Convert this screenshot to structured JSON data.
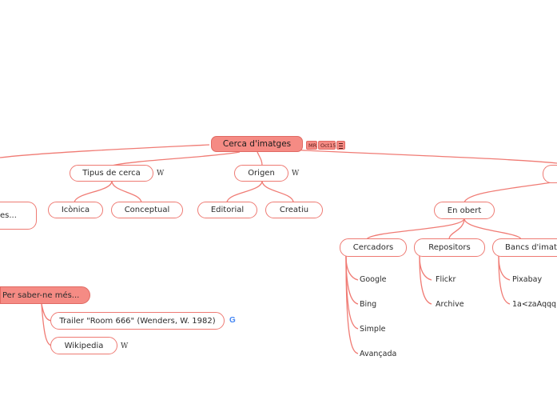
{
  "root": {
    "label": "Cerca d'imatges",
    "badges": {
      "author": "MR",
      "date": "Oct15"
    }
  },
  "nodes": {
    "tipus": "Tipus de cerca",
    "iconica": "Icònica",
    "conceptual": "Conceptual",
    "origen": "Origen",
    "editorial": "Editorial",
    "creatiu": "Creatiu",
    "en_obert": "En obert",
    "cercadors": "Cercadors",
    "repositors": "Repositors",
    "bancs": "Bancs d'imatges",
    "google": "Google",
    "bing": "Bing",
    "simple": "Simple",
    "avancada": "Avançada",
    "flickr": "Flickr",
    "archive": "Archive",
    "pixabay": "Pixabay",
    "unknown": "1a<zaAqqq",
    "left_clipped": "es...",
    "saber": "Per saber-ne més...",
    "trailer": "Trailer \"Room 666\" (Wenders, W. 1982)",
    "wikipedia": "Wikipedia"
  },
  "icons": {
    "wiki_glyph": "W",
    "google_glyph": "G"
  },
  "colors": {
    "link": "#f07b74",
    "node_border": "#ee7a73",
    "root_fill": "#f58b84"
  }
}
